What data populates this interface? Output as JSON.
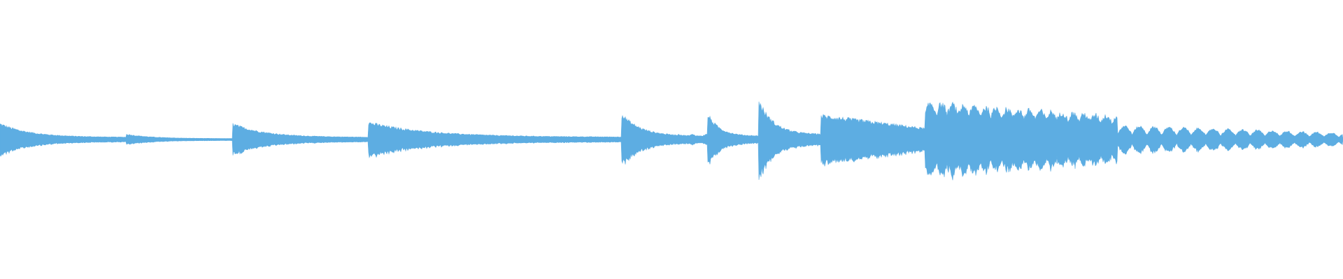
{
  "waveform": {
    "color": "#5DADE2",
    "background": "#FFFFFF",
    "segments": [
      {
        "start": 0.0,
        "end": 0.094,
        "peak": 0.34,
        "decay": "exp"
      },
      {
        "start": 0.094,
        "end": 0.173,
        "peak": 0.11,
        "decay": "exp"
      },
      {
        "start": 0.173,
        "end": 0.274,
        "peak": 0.34,
        "decay": "exp"
      },
      {
        "start": 0.274,
        "end": 0.463,
        "peak": 0.37,
        "decay": "exp"
      },
      {
        "start": 0.463,
        "end": 0.527,
        "peak": 0.55,
        "decay": "exp-tail-bump"
      },
      {
        "start": 0.527,
        "end": 0.565,
        "peak": 0.55,
        "decay": "exp"
      },
      {
        "start": 0.565,
        "end": 0.611,
        "peak": 0.85,
        "decay": "exp"
      },
      {
        "start": 0.611,
        "end": 0.689,
        "peak": 0.52,
        "decay": "linear"
      },
      {
        "start": 0.689,
        "end": 0.832,
        "peak": 0.85,
        "decay": "sustain"
      },
      {
        "start": 0.832,
        "end": 1.0,
        "peak": 0.3,
        "decay": "pulse"
      }
    ]
  }
}
